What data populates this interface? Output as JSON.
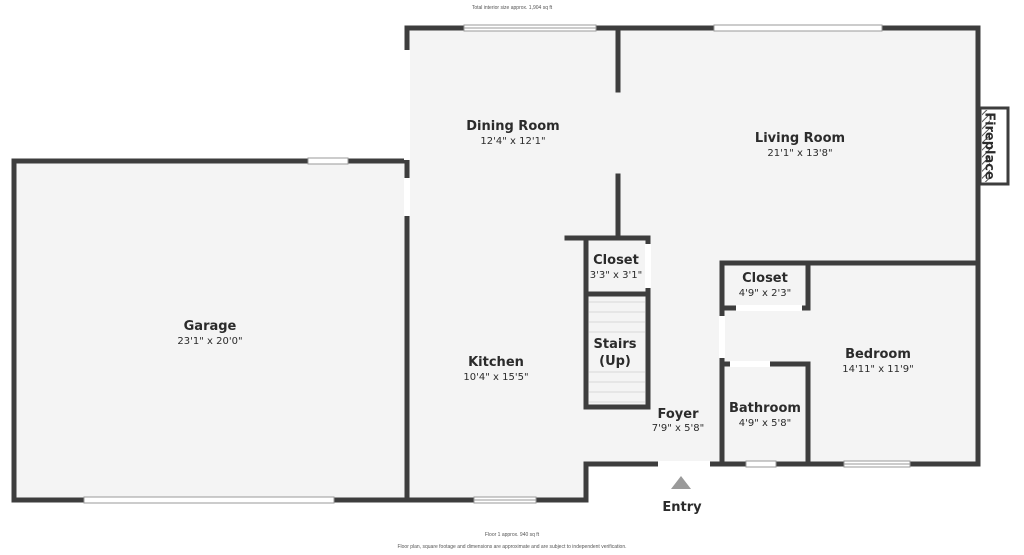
{
  "header_note": "Total interior size approx. 1,904 sq ft",
  "footer_note_1": "Floor 1 approx. 940 sq ft",
  "footer_note_2": "Floor plan, square footage and dimensions are approximate and are subject to independent verification.",
  "rooms": {
    "garage": {
      "name": "Garage",
      "dims": "23'1\" x 20'0\""
    },
    "dining": {
      "name": "Dining Room",
      "dims": "12'4\" x 12'1\""
    },
    "living": {
      "name": "Living Room",
      "dims": "21'1\" x 13'8\""
    },
    "closet1": {
      "name": "Closet",
      "dims": "3'3\" x 3'1\""
    },
    "closet2": {
      "name": "Closet",
      "dims": "4'9\" x 2'3\""
    },
    "stairs": {
      "name": "Stairs",
      "sub": "(Up)"
    },
    "kitchen": {
      "name": "Kitchen",
      "dims": "10'4\" x 15'5\""
    },
    "bedroom": {
      "name": "Bedroom",
      "dims": "14'11\" x 11'9\""
    },
    "foyer": {
      "name": "Foyer",
      "dims": "7'9\" x 5'8\""
    },
    "bathroom": {
      "name": "Bathroom",
      "dims": "4'9\" x 5'8\""
    }
  },
  "fireplace_label": "Fireplace",
  "entry_label": "Entry",
  "colors": {
    "wall": "#3d3d3d",
    "floor": "#f4f4f4",
    "window": "#ffffff",
    "hatch": "#555555"
  }
}
